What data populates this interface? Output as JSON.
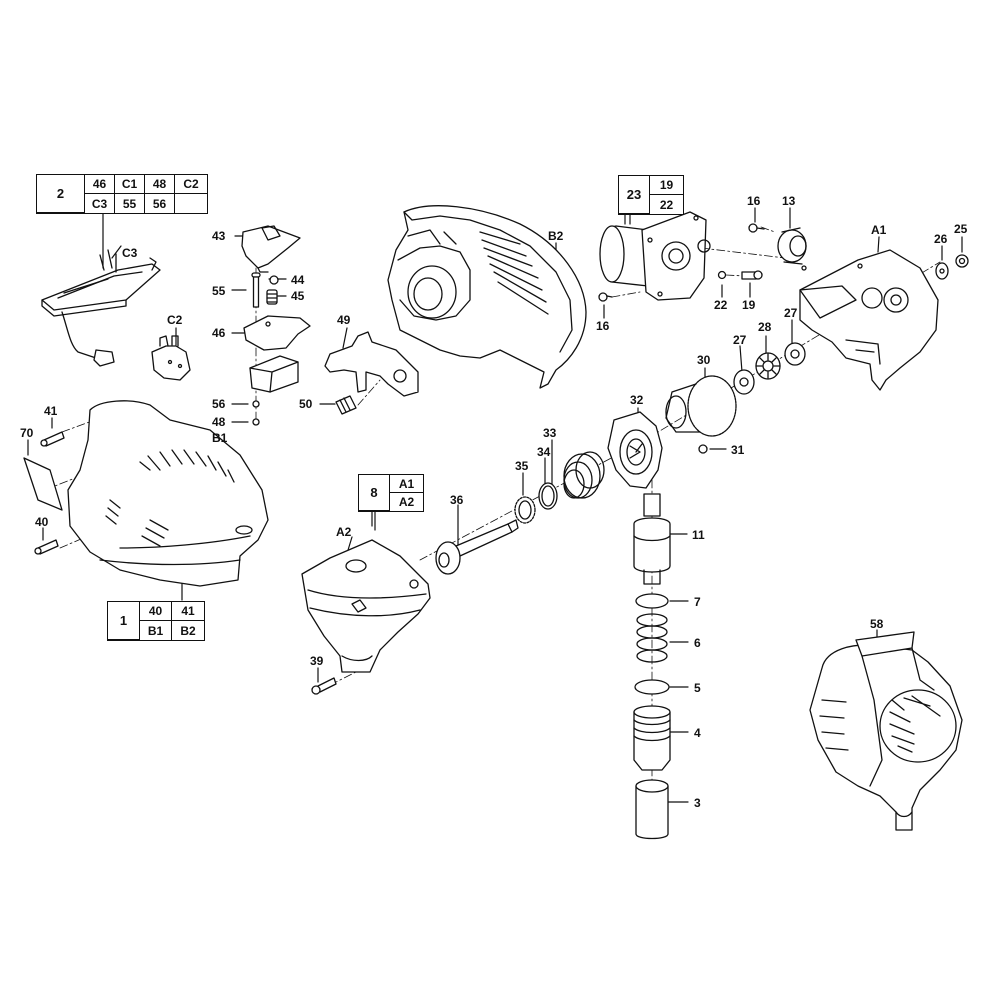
{
  "diagram": {
    "type": "exploded-parts-view",
    "line_color": "#111111",
    "background": "#ffffff"
  },
  "group_boxes": {
    "g2": {
      "main": "2",
      "cells": [
        "46",
        "C1",
        "48",
        "C2",
        "C3",
        "55",
        "56",
        ""
      ]
    },
    "g23": {
      "main": "23",
      "cells": [
        "19",
        "22"
      ]
    },
    "g8": {
      "main": "8",
      "cells": [
        "A1",
        "A2"
      ]
    },
    "g1": {
      "main": "1",
      "cells": [
        "40",
        "41",
        "B1",
        "B2"
      ]
    }
  },
  "labels": {
    "C3": "C3",
    "C2": "C2",
    "43": "43",
    "44": "44",
    "45": "45",
    "55": "55",
    "46": "46",
    "56": "56",
    "48": "48",
    "49": "49",
    "50": "50",
    "B1": "B1",
    "41": "41",
    "70": "70",
    "40": "40",
    "B2": "B2",
    "16a": "16",
    "16b": "16",
    "13": "13",
    "A1": "A1",
    "26": "26",
    "25": "25",
    "22": "22",
    "19": "19",
    "27a": "27",
    "27b": "27",
    "28": "28",
    "30": "30",
    "32": "32",
    "31": "31",
    "33": "33",
    "34": "34",
    "35": "35",
    "36": "36",
    "A2": "A2",
    "39": "39",
    "11": "11",
    "7": "7",
    "6": "6",
    "5": "5",
    "4": "4",
    "3": "3",
    "58": "58"
  }
}
